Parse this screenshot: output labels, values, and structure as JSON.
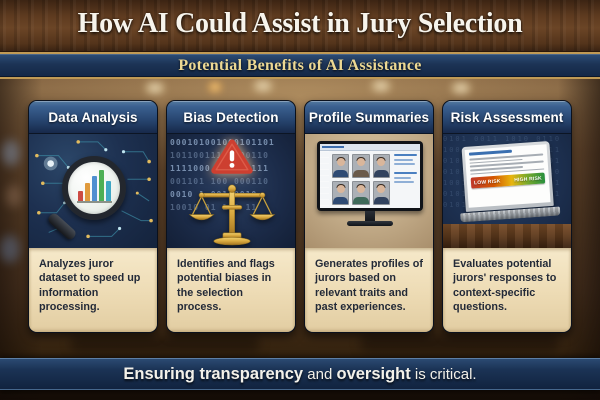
{
  "header": {
    "title": "How AI Could Assist in Jury Selection",
    "subtitle": "Potential Benefits of AI Assistance"
  },
  "cards": [
    {
      "title": "Data Analysis",
      "description": "Analyzes juror dataset to speed up information processing.",
      "icon": "magnifying-glass-bar-chart-over-circuit-board",
      "chart_bar_colors": [
        "#cc4b43",
        "#e09a3c",
        "#4f8fd0",
        "#4daf54",
        "#3fa7c4"
      ]
    },
    {
      "title": "Bias Detection",
      "description": "Identifies and flags potential biases in the selection process.",
      "icon": "warning-triangle-and-scales-of-justice",
      "binary_rows": [
        "000101001000101101",
        "101100111 1000110",
        "1111000 011000111",
        "001101 100 000110",
        "0010 1 001 0010",
        "10010 01 100 11"
      ]
    },
    {
      "title": "Profile Summaries",
      "description": "Generates profiles of jurors based on relevant traits and past experiences.",
      "icon": "monitor-with-juror-profile-grid"
    },
    {
      "title": "Risk Assessment",
      "description": "Evaluates potential jurors' responses to context-specific questions.",
      "icon": "laptop-with-risk-scale",
      "risk_labels": {
        "low": "LOW RISK",
        "high": "HIGH RISK"
      },
      "risk_gradient": [
        "#c0392b",
        "#d35400",
        "#e8b50f",
        "#27903e"
      ],
      "binary_texture": "0101 0011 1010 0110 1001 0101 1100 0011 0101 1010 0110 1001 0101 0011 1010 0110 1001 0101 1100 0011 0101 1010 0110 1001 0101 0011 1010"
    }
  ],
  "footer": {
    "segments": [
      {
        "text": "Ensuring transparency",
        "bold": true
      },
      {
        "text": " and ",
        "bold": false
      },
      {
        "text": "oversight",
        "bold": true
      },
      {
        "text": " is critical.",
        "bold": false
      }
    ]
  },
  "colors": {
    "banner_blue": "#1c3355",
    "gold_trim": "#c09a55",
    "subtitle_gold": "#ecd893",
    "parchment": "#eddbb4",
    "wood_brown": "#5d3a1f",
    "warning_red": "#cd3f30",
    "scales_gold": "#d9a93f"
  }
}
